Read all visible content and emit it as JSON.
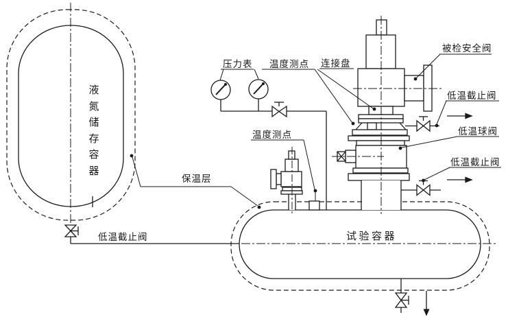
{
  "diagram": {
    "labels": {
      "storage_vessel": "液氮储存容器",
      "pressure_gauge": "压力表",
      "temp_point_upper": "温度测点",
      "connection_plate": "连接盘",
      "tested_safety_valve": "被检安全阀",
      "cryo_stop_valve_upper": "低温截止阀",
      "cryo_ball_valve": "低温球阀",
      "cryo_stop_valve_lower": "低温截止阀",
      "insulation_layer": "保温层",
      "temp_point_lower": "温度测点",
      "cryo_stop_valve_feed": "低温截止阀",
      "test_vessel": "试验容器"
    },
    "colors": {
      "line": "#1a1a1a",
      "background": "#ffffff"
    }
  }
}
